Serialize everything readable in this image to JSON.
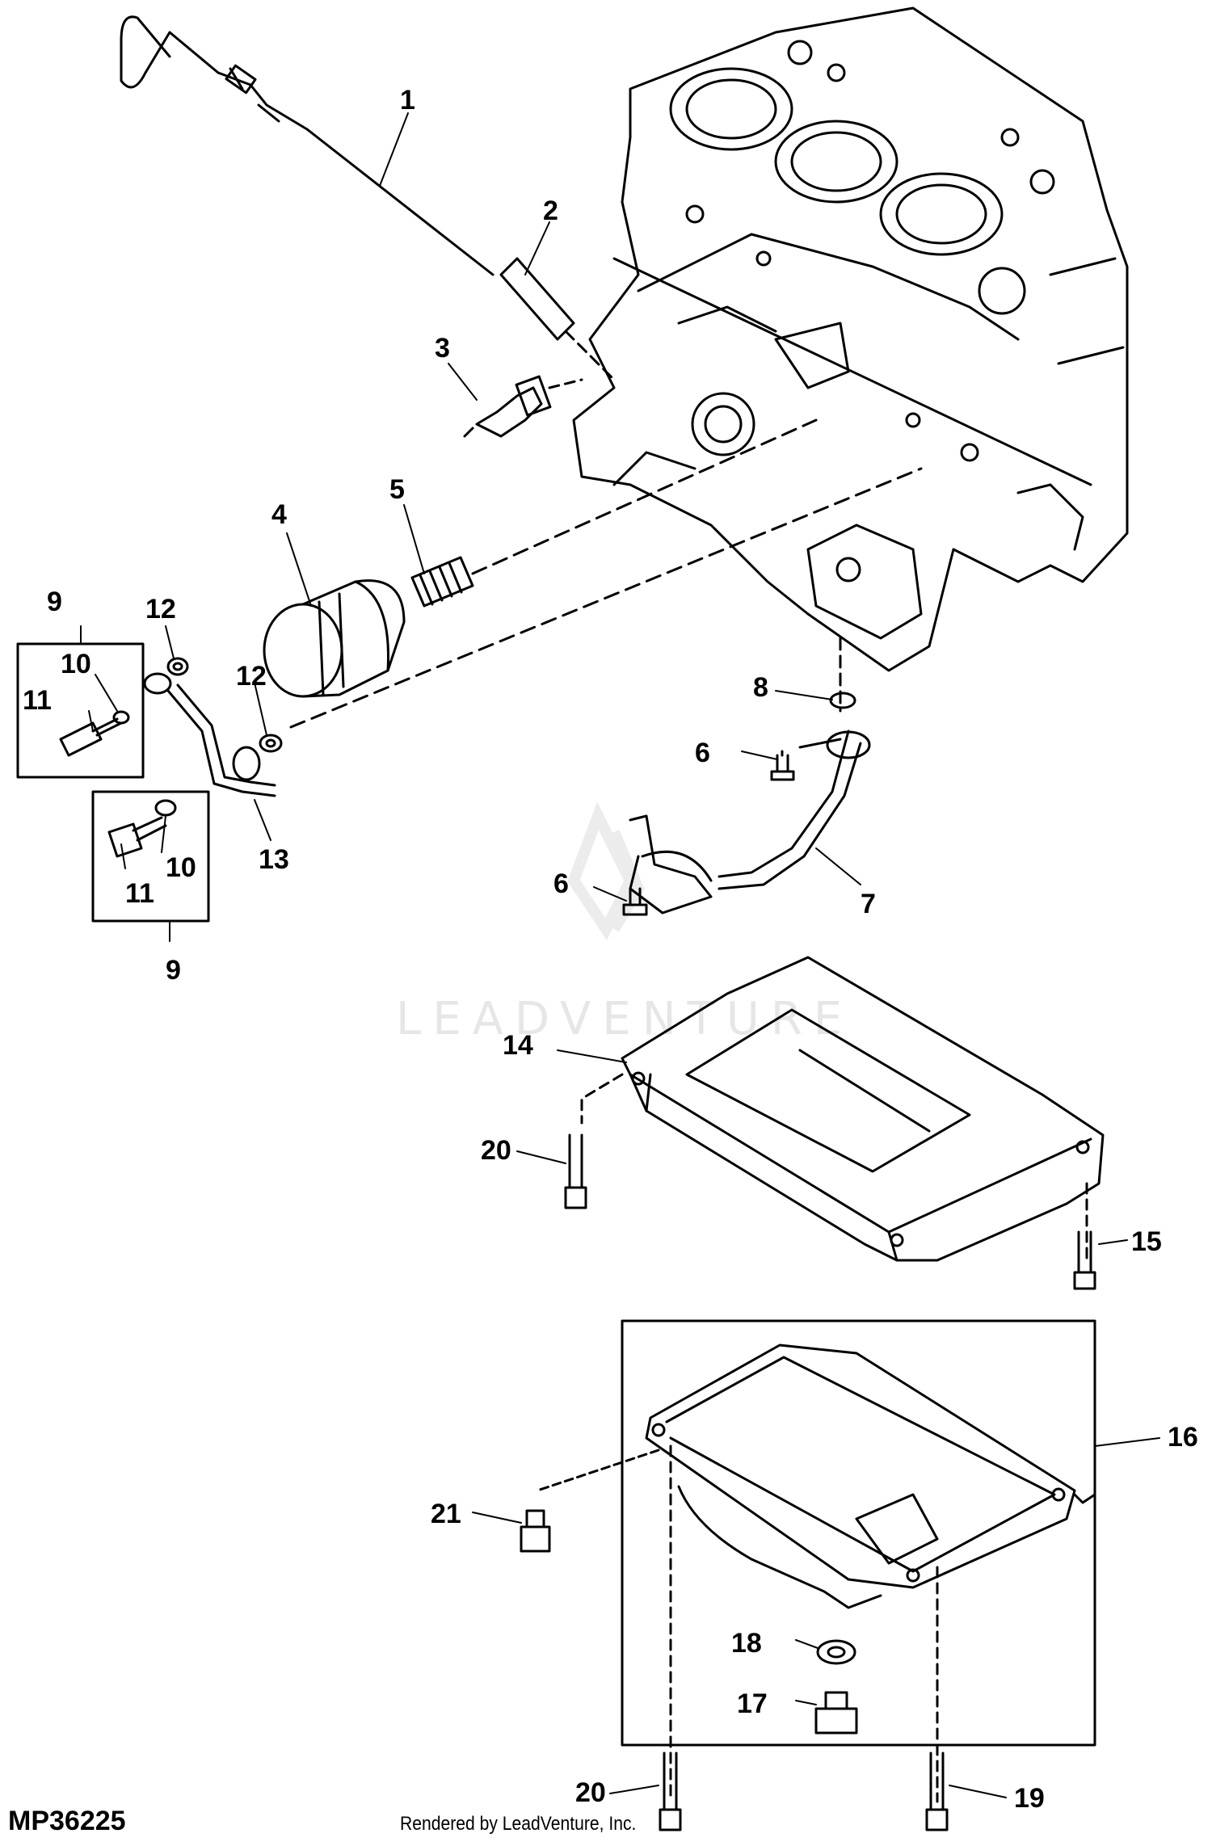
{
  "diagram": {
    "id": "MP36225",
    "credit": "Rendered by LeadVenture, Inc.",
    "watermark": "LEADVENTURE",
    "callouts": [
      "1",
      "2",
      "3",
      "4",
      "5",
      "6",
      "6",
      "7",
      "8",
      "9",
      "9",
      "10",
      "10",
      "11",
      "11",
      "12",
      "12",
      "13",
      "14",
      "15",
      "16",
      "17",
      "18",
      "19",
      "20",
      "20",
      "21"
    ]
  }
}
